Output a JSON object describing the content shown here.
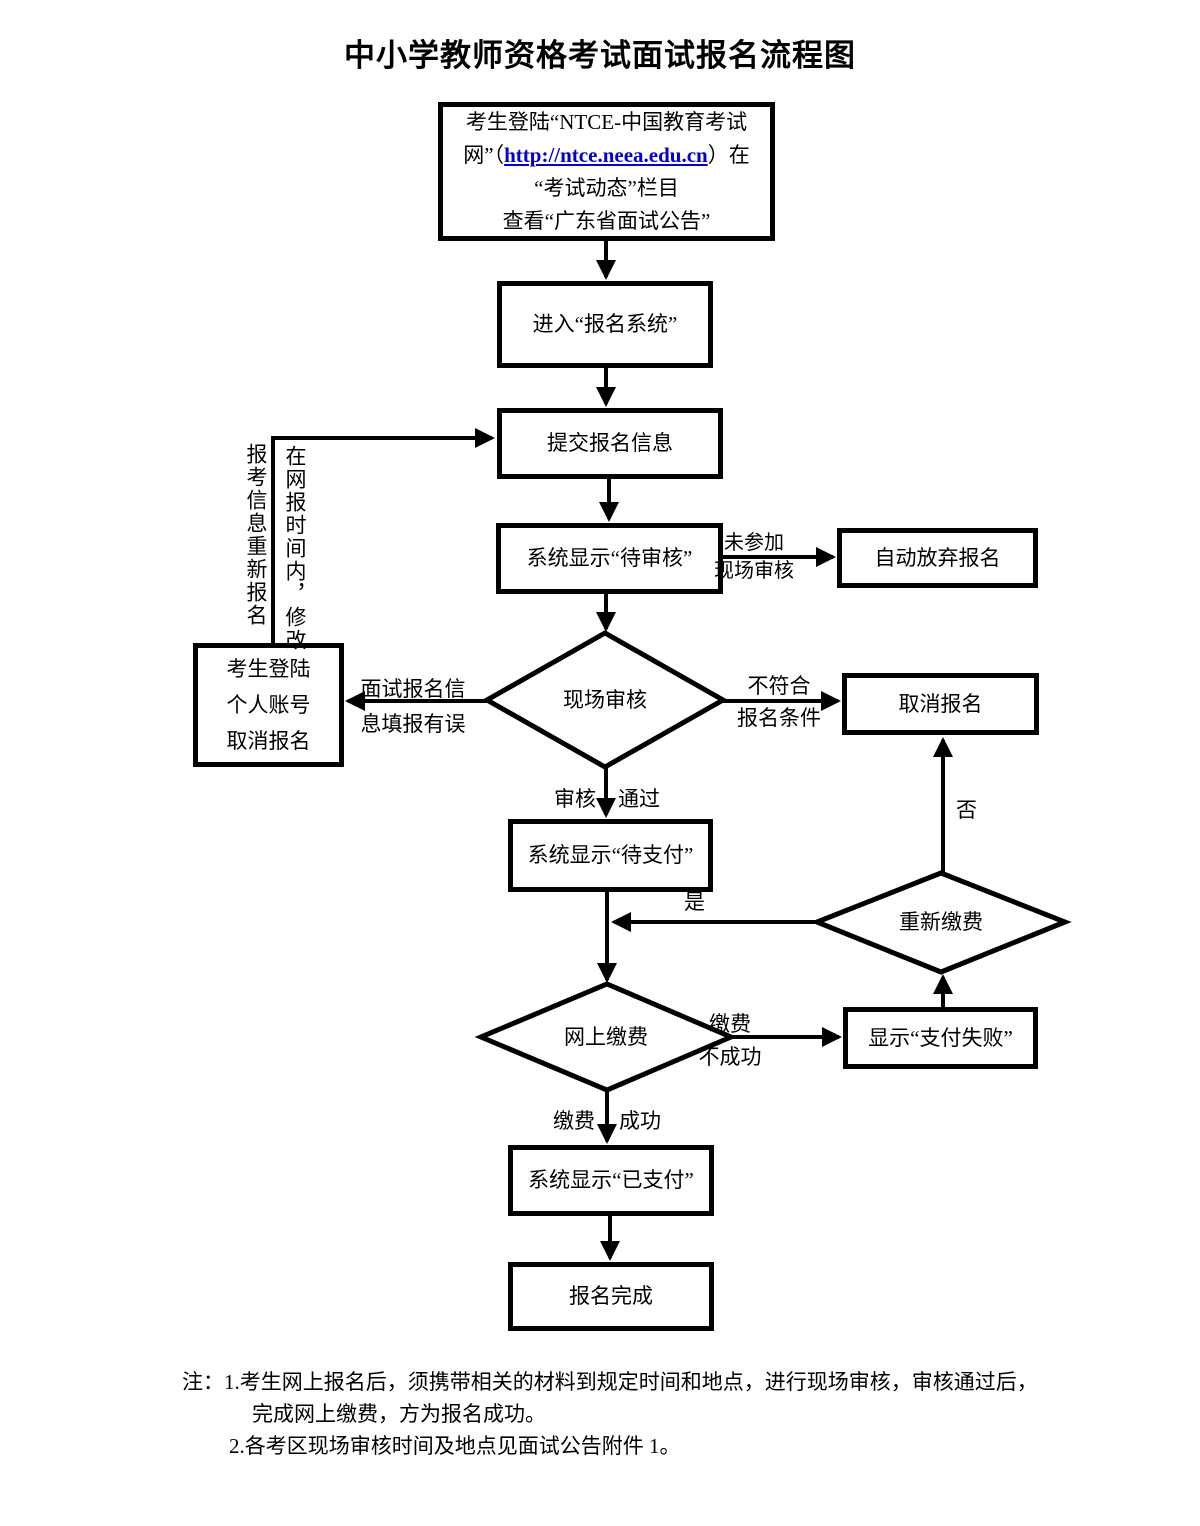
{
  "title": "中小学教师资格考试面试报名流程图",
  "colors": {
    "link": "#0000CC",
    "line": "#000000"
  },
  "nodes": {
    "start": {
      "line1": "考生登陆“NTCE-中国教育考试",
      "line2_prefix": "网”（",
      "link": "http://ntce.neea.edu.cn",
      "line2_suffix": "）在",
      "line3": "“考试动态”栏目",
      "line4": "查看“广东省面试公告”"
    },
    "enter_system": "进入“报名系统”",
    "submit_info": "提交报名信息",
    "pending_review": "系统显示“待审核”",
    "auto_abandon": "自动放弃报名",
    "onsite_review": "现场审核",
    "cancel_account": {
      "line1": "考生登陆",
      "line2": "个人账号",
      "line3": "取消报名"
    },
    "cancel_registration": "取消报名",
    "pending_payment": "系统显示“待支付”",
    "repay": "重新缴费",
    "online_payment": "网上缴费",
    "payment_failed": "显示“支付失败”",
    "paid": "系统显示“已支付”",
    "complete": "报名完成"
  },
  "edge_labels": {
    "not_attend": {
      "line1": "未参加",
      "line2": "现场审核"
    },
    "info_error": {
      "line1": "面试报名信",
      "line2": "息填报有误"
    },
    "not_qualified": {
      "line1": "不符合",
      "line2": "报名条件"
    },
    "review_pass": {
      "left": "审核",
      "right": "通过"
    },
    "pay_fail": {
      "line1": "缴费",
      "line2": "不成功"
    },
    "pay_success": {
      "left": "缴费",
      "right": "成功"
    },
    "yes": "是",
    "no": "否",
    "reregister_vertical": "报考信息重新报名",
    "modify_vertical": "在网报时间内，修改"
  },
  "notes": {
    "line1": "注：1.考生网上报名后，须携带相关的材料到规定时间和地点，进行现场审核，审核通过后，",
    "line2": "完成网上缴费，方为报名成功。",
    "line3": "2.各考区现场审核时间及地点见面试公告附件 1。"
  }
}
